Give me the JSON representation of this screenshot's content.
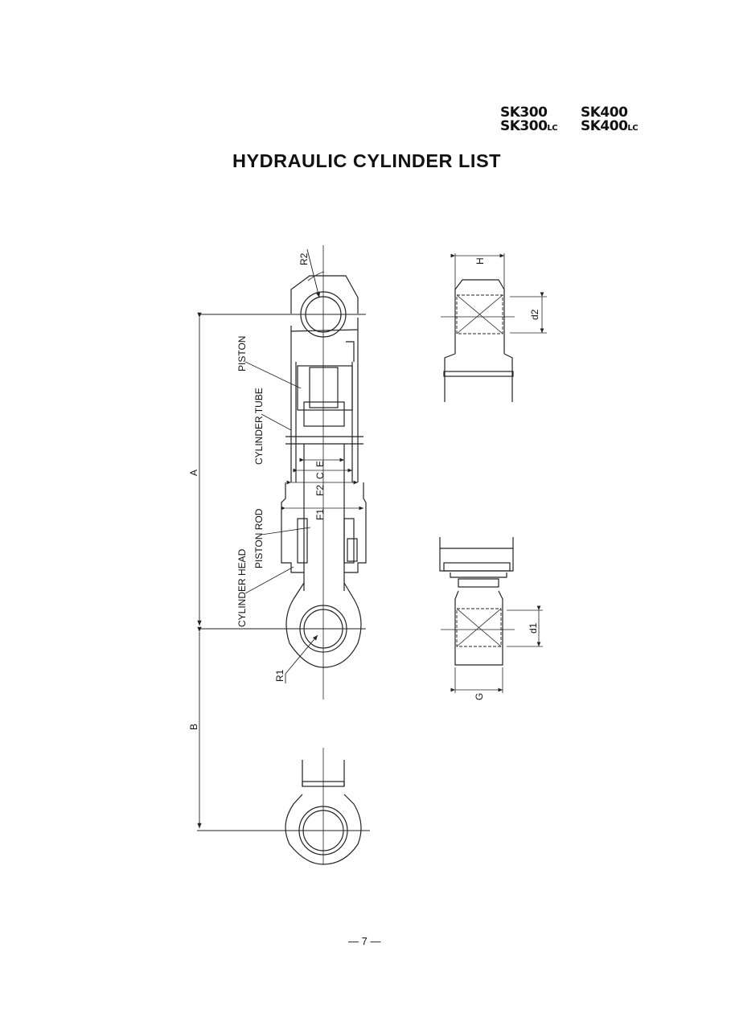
{
  "header": {
    "models": [
      {
        "base": "SK300",
        "suffix": ""
      },
      {
        "base": "SK400",
        "suffix": ""
      },
      {
        "base": "SK300",
        "suffix": "LC"
      },
      {
        "base": "SK400",
        "suffix": "LC"
      }
    ],
    "title": "HYDRAULIC CYLINDER LIST"
  },
  "drawing": {
    "labels": {
      "piston": "PISTON",
      "cylinder_tube": "CYLINDER TUBE",
      "piston_rod": "PISTON ROD",
      "cylinder_head": "CYLINDER HEAD"
    },
    "dimensions": {
      "A": "A",
      "B": "B",
      "C": "C",
      "E": "E",
      "F1": "F1",
      "F2": "F2",
      "R1": "R1",
      "R2": "R2",
      "H": "H",
      "G": "G",
      "d1": "d1",
      "d2": "d2"
    }
  },
  "footer": {
    "page_number": "— 7 —"
  }
}
